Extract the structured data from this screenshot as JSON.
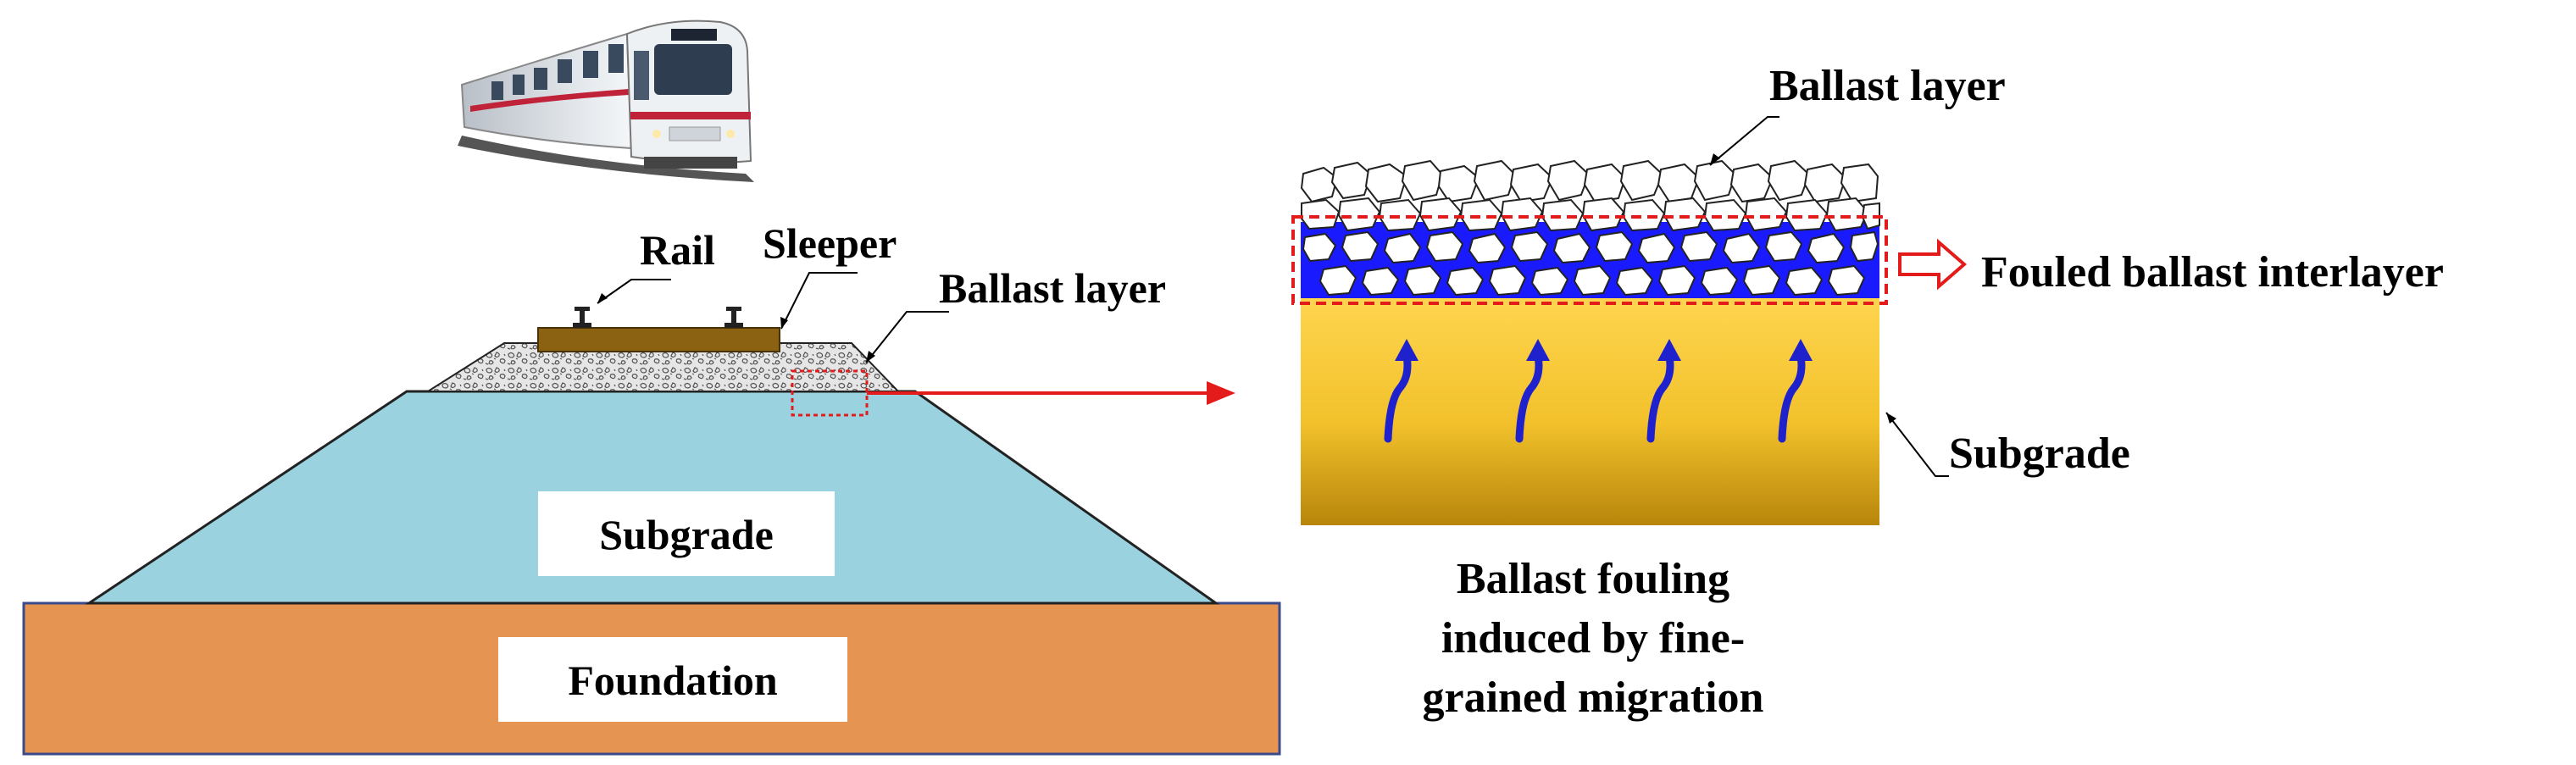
{
  "left_section": {
    "labels": {
      "rail": "Rail",
      "sleeper": "Sleeper",
      "ballast": "Ballast layer",
      "subgrade": "Subgrade",
      "foundation": "Foundation"
    },
    "colors": {
      "foundation": "#e69452",
      "foundation_border": "#3a4a8a",
      "subgrade": "#9bd2e0",
      "ballast": "#e3e3e3",
      "sleeper": "#8b6112",
      "arrow": "#e41b1b"
    }
  },
  "right_section": {
    "labels": {
      "ballast": "Ballast layer",
      "fouled": "Fouled ballast interlayer",
      "subgrade": "Subgrade"
    },
    "caption": {
      "line1": "Ballast fouling",
      "line2": "induced by fine-",
      "line3": "grained migration"
    },
    "colors": {
      "subgrade_top": "#ffd24a",
      "subgrade_bottom": "#b8860b",
      "fines": "#1a1aff",
      "migration_arrows": "#1f22cc",
      "dash_box": "#e41b1b"
    }
  }
}
